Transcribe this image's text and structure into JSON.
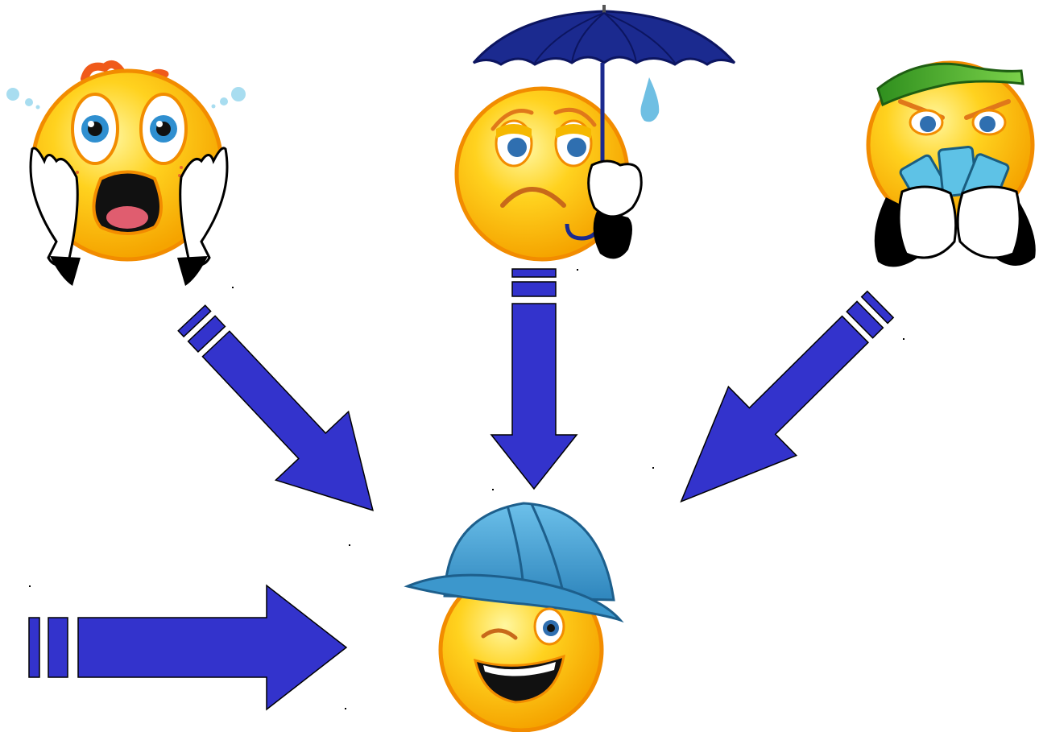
{
  "diagram": {
    "kind": "emoticon-flow",
    "colors": {
      "arrow_fill": "#3333cc",
      "arrow_stroke": "#000000",
      "face_fill": "#ffd21f",
      "face_rim": "#f28c00",
      "hat_blue": "#4aa3d6",
      "umbrella": "#1b2a8f",
      "visor": "#44b02c"
    },
    "sources": [
      {
        "id": "scared",
        "icon": "scared-face-icon"
      },
      {
        "id": "sad",
        "icon": "sad-face-with-umbrella-icon"
      },
      {
        "id": "sly",
        "icon": "sly-face-holding-cards-icon"
      },
      {
        "id": "input",
        "icon": "none"
      }
    ],
    "target": {
      "id": "happy",
      "icon": "winking-face-with-hard-hat-icon"
    },
    "arrows": [
      {
        "from": "scared",
        "to": "happy",
        "direction": "down-right"
      },
      {
        "from": "sad",
        "to": "happy",
        "direction": "down"
      },
      {
        "from": "sly",
        "to": "happy",
        "direction": "down-left"
      },
      {
        "from": "input",
        "to": "happy",
        "direction": "right"
      }
    ]
  }
}
